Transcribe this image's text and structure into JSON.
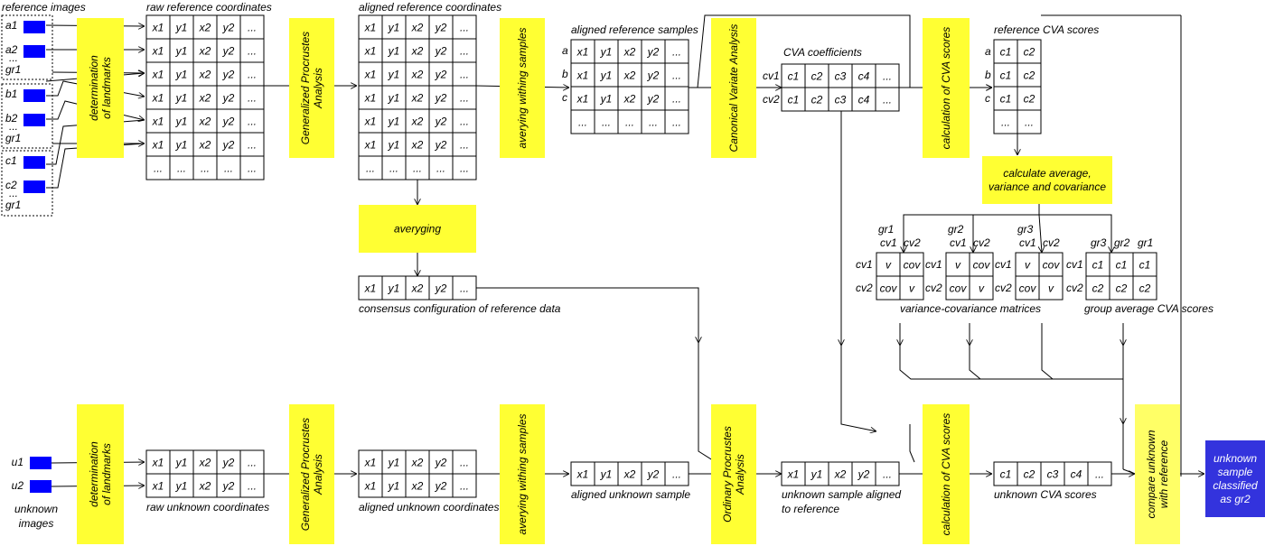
{
  "colors": {
    "box": "#ffff33",
    "box_light": "#ffff66",
    "marker": "#0000ff",
    "result_fill": "#3333dd",
    "line": "#000000"
  },
  "labels": {
    "reference_images": "reference images",
    "raw_reference_coordinates": "raw reference coordinates",
    "aligned_reference_coordinates": "aligned reference coordinates",
    "aligned_reference_samples": "aligned reference samples",
    "cva_coefficients": "CVA coefficients",
    "reference_cva_scores": "reference CVA scores",
    "consensus_configuration": "consensus configuration of reference data",
    "variance_covariance_matrices": "variance-covariance matrices",
    "group_average_cva_scores": "group average CVA scores",
    "unknown_images_1": "unknown",
    "unknown_images_2": "images",
    "raw_unknown_coordinates": "raw unknown coordinates",
    "aligned_unknown_coordinates": "aligned unknown coordinates",
    "aligned_unknown_sample": "aligned unknown sample",
    "unknown_aligned_1": "unknown sample aligned",
    "unknown_aligned_2": "to reference",
    "unknown_cva_scores": "unknown CVA scores"
  },
  "process_boxes": {
    "determination_ref": [
      "determination",
      "of landmarks"
    ],
    "gpa_ref": [
      "Generalized Procrustes",
      "Analysis"
    ],
    "averaging_ref": [
      "averying withing samples"
    ],
    "cva": [
      "Canonical Variate Analysis"
    ],
    "calc_cva_ref": [
      "calculation of CVA scores"
    ],
    "averaging_consensus": "averyging",
    "calc_stats": [
      "calculate average,",
      "variance and covariance"
    ],
    "determination_unk": [
      "determination",
      "of landmarks"
    ],
    "gpa_unk": [
      "Generalized Procrustes",
      "Analysis"
    ],
    "averaging_unk": [
      "averying withing samples"
    ],
    "opa": [
      "Ordinary Procrustes",
      "Analysis"
    ],
    "calc_cva_unk": [
      "calculation of CVA scores"
    ],
    "compare": [
      "compare unknown",
      "with reference"
    ],
    "result": [
      "unknown",
      "sample",
      "classified",
      "as gr2"
    ]
  },
  "reference_images": {
    "groups": [
      {
        "items": [
          "a1",
          "a2"
        ],
        "ellipsis": "...",
        "group": "gr1"
      },
      {
        "items": [
          "b1",
          "b2"
        ],
        "ellipsis": "...",
        "group": "gr1"
      },
      {
        "items": [
          "c1",
          "c2"
        ],
        "ellipsis": "...",
        "group": "gr1"
      }
    ]
  },
  "unknown_images": {
    "items": [
      "u1",
      "u2"
    ]
  },
  "coord_header": [
    "x1",
    "y1",
    "x2",
    "y2",
    "..."
  ],
  "ellipsis_row": [
    "...",
    "...",
    "...",
    "...",
    "..."
  ],
  "sample_labels": [
    "a",
    "b",
    "c"
  ],
  "cva_coef": {
    "rows": [
      "cv1",
      "cv2"
    ],
    "values": [
      [
        "c1",
        "c2",
        "c3",
        "c4",
        "..."
      ],
      [
        "c1",
        "c2",
        "c3",
        "c4",
        "..."
      ]
    ]
  },
  "ref_scores": {
    "rows": [
      "a",
      "b",
      "c"
    ],
    "values": [
      [
        "c1",
        "c2"
      ],
      [
        "c1",
        "c2"
      ],
      [
        "c1",
        "c2"
      ],
      [
        "...",
        "..."
      ]
    ]
  },
  "var_cov": {
    "groups": [
      "gr1",
      "gr2",
      "gr3"
    ],
    "cols": [
      "cv1",
      "cv2"
    ],
    "rows": [
      "cv1",
      "cv2"
    ],
    "values": [
      [
        "v",
        "cov"
      ],
      [
        "cov",
        "v"
      ]
    ]
  },
  "group_avg": {
    "cols": [
      "gr3",
      "gr2",
      "gr1"
    ],
    "values": [
      [
        "c1",
        "c1",
        "c1"
      ],
      [
        "c2",
        "c2",
        "c2"
      ]
    ]
  },
  "unknown_cva": [
    "c1",
    "c2",
    "c3",
    "c4",
    "..."
  ]
}
